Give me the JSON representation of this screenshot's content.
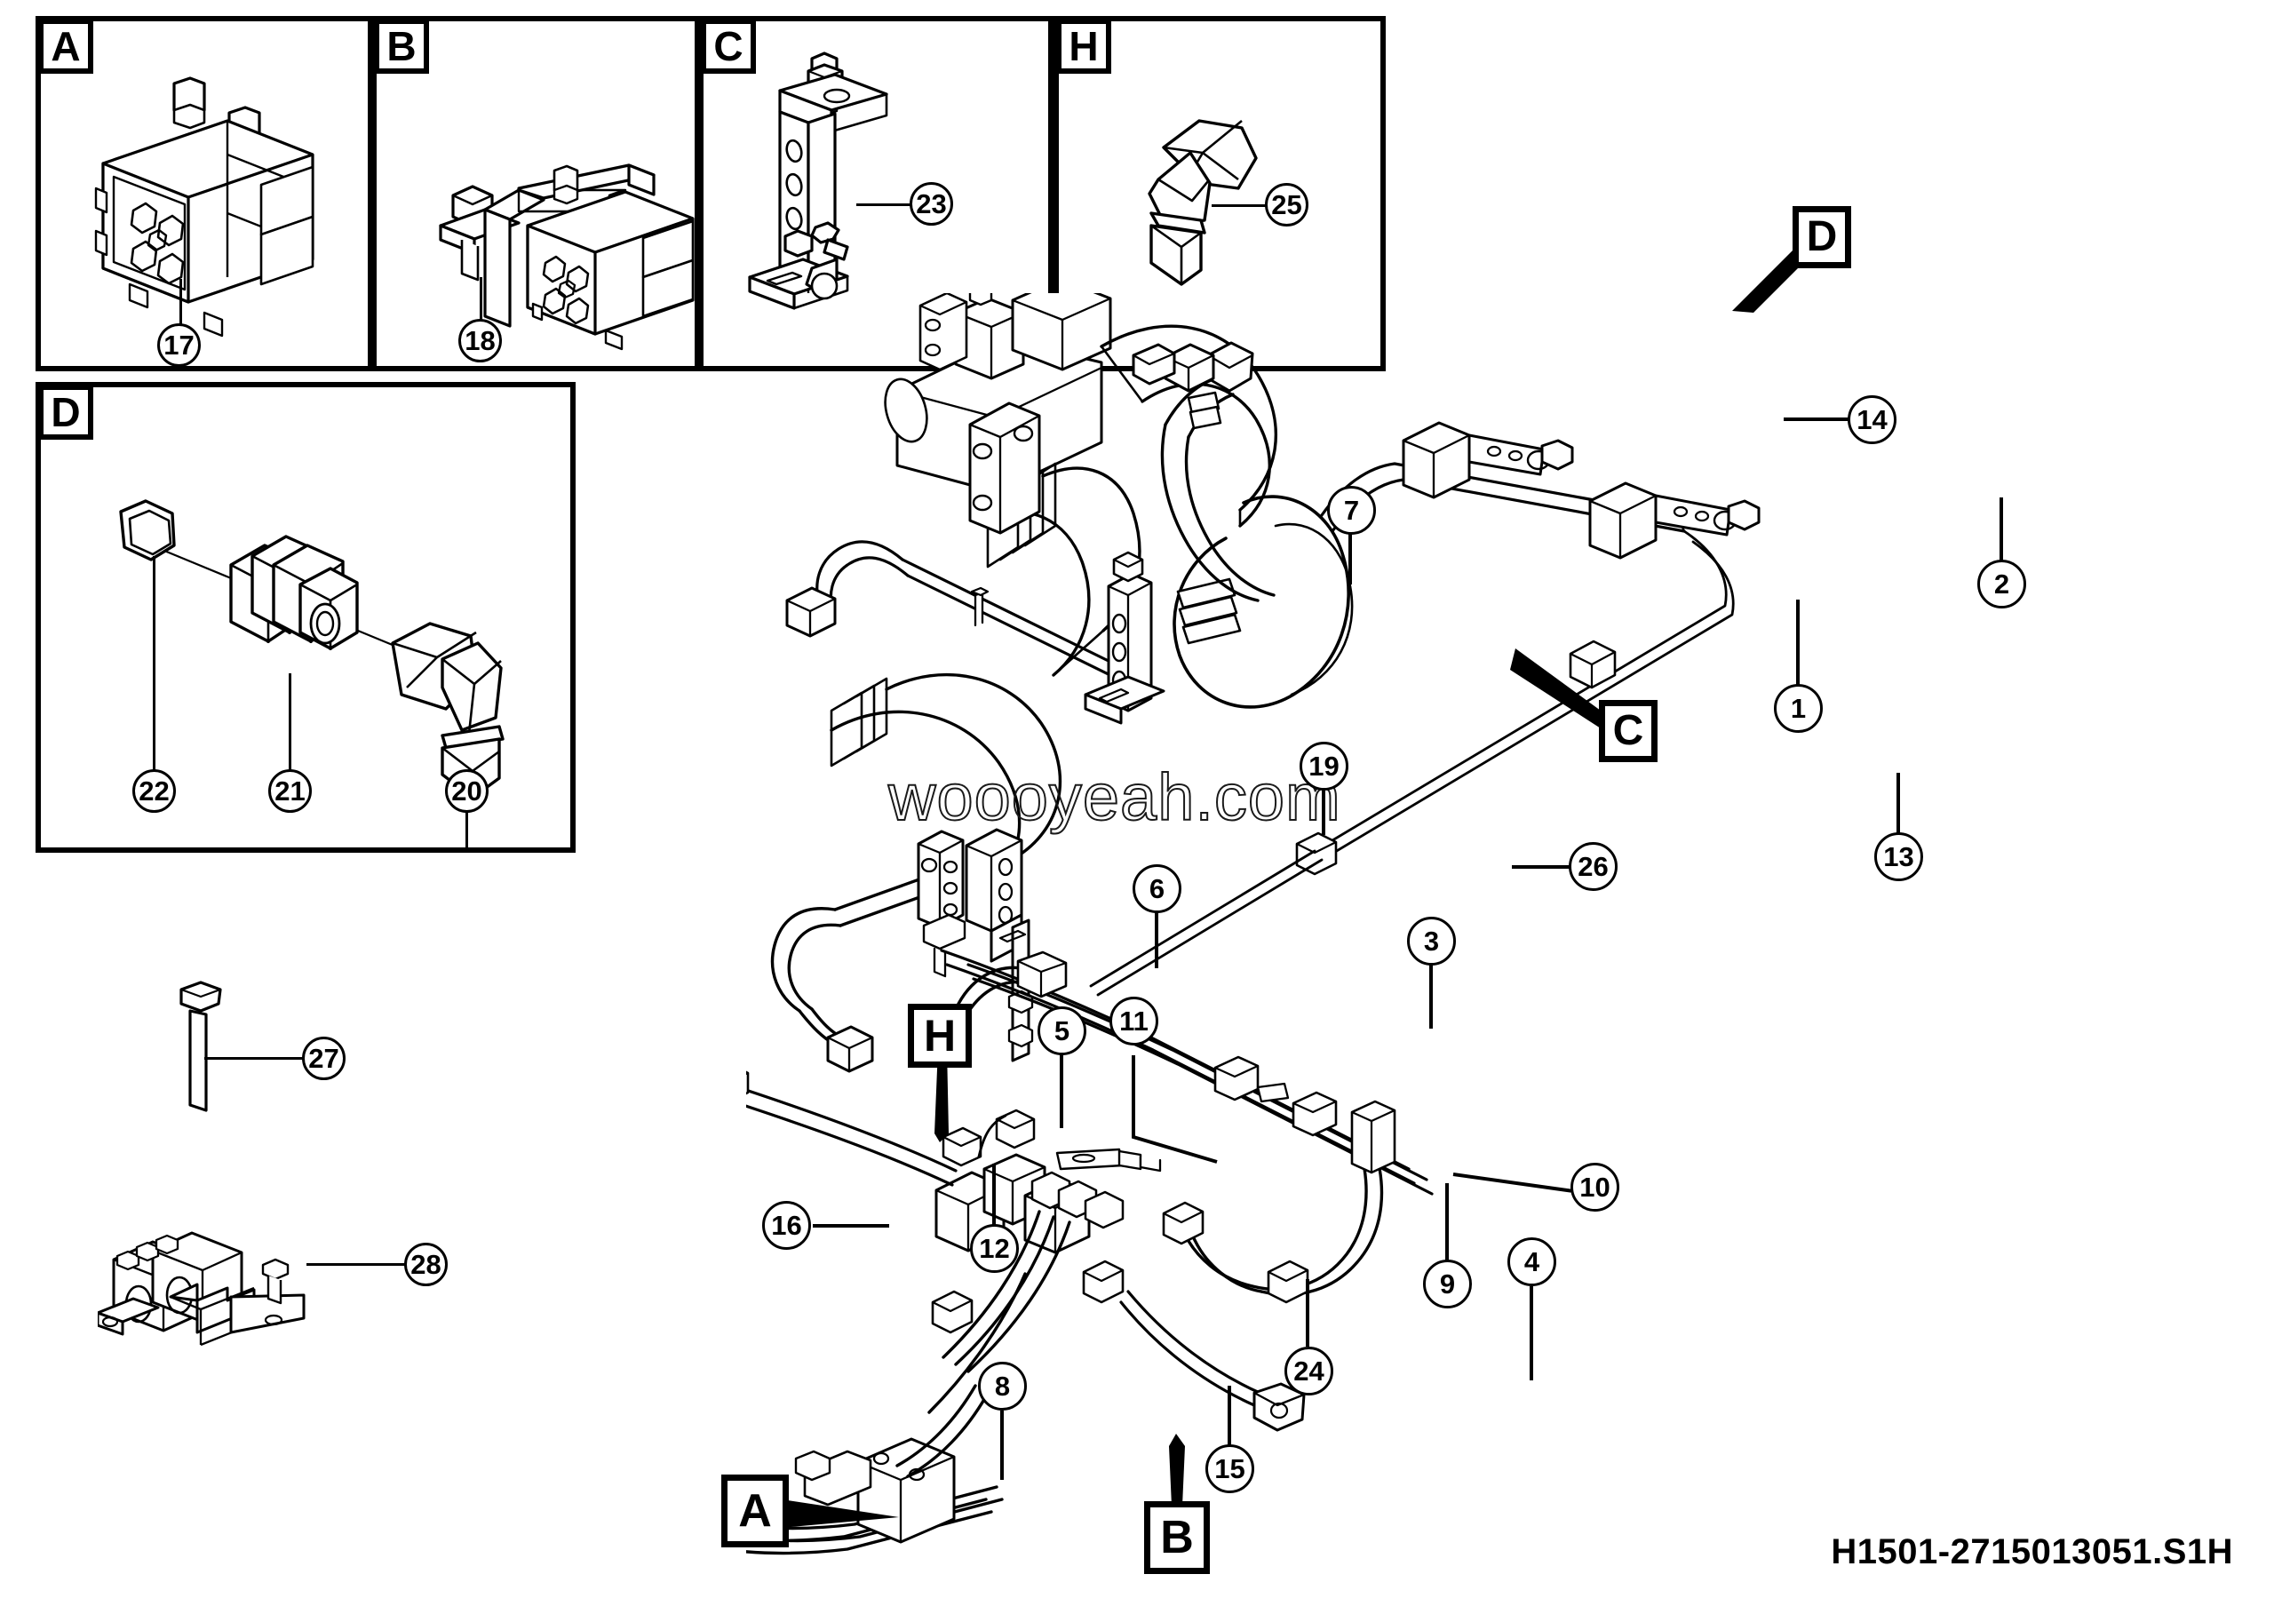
{
  "sheet": {
    "part_number": "H1501-2715013051.S1H",
    "watermark": "woooyeah.com"
  },
  "detail_panels": [
    {
      "id": "A",
      "label": "A",
      "items": [
        "17"
      ]
    },
    {
      "id": "B",
      "label": "B",
      "items": [
        "18"
      ]
    },
    {
      "id": "C",
      "label": "C",
      "items": [
        "23"
      ]
    },
    {
      "id": "H",
      "label": "H",
      "items": [
        "25"
      ]
    },
    {
      "id": "D",
      "label": "D",
      "items": [
        "22",
        "21",
        "20"
      ]
    }
  ],
  "detail_callouts": {
    "n17": "17",
    "n18": "18",
    "n23": "23",
    "n25": "25",
    "n22": "22",
    "n21": "21",
    "n20": "20"
  },
  "loose_parts": {
    "n27": "27",
    "n28": "28"
  },
  "reference_boxes": [
    {
      "label": "D",
      "target": "upper-right-fitting"
    },
    {
      "label": "C",
      "target": "mid-bracket"
    },
    {
      "label": "H",
      "target": "hose-bundle-fitting"
    },
    {
      "label": "A",
      "target": "lower-left-clamp"
    },
    {
      "label": "B",
      "target": "lower-mid-clamp"
    }
  ],
  "reference_labels": {
    "D": "D",
    "C": "C",
    "H": "H",
    "A": "A",
    "B": "B"
  },
  "main_callouts": {
    "n1": "1",
    "n2": "2",
    "n3": "3",
    "n4": "4",
    "n5": "5",
    "n6": "6",
    "n7": "7",
    "n8": "8",
    "n9": "9",
    "n10": "10",
    "n11": "11",
    "n12": "12",
    "n13": "13",
    "n14": "14",
    "n15": "15",
    "n16": "16",
    "n19": "19",
    "n24": "24",
    "n26": "26"
  },
  "colors": {
    "line": "#000000",
    "background": "#ffffff"
  }
}
